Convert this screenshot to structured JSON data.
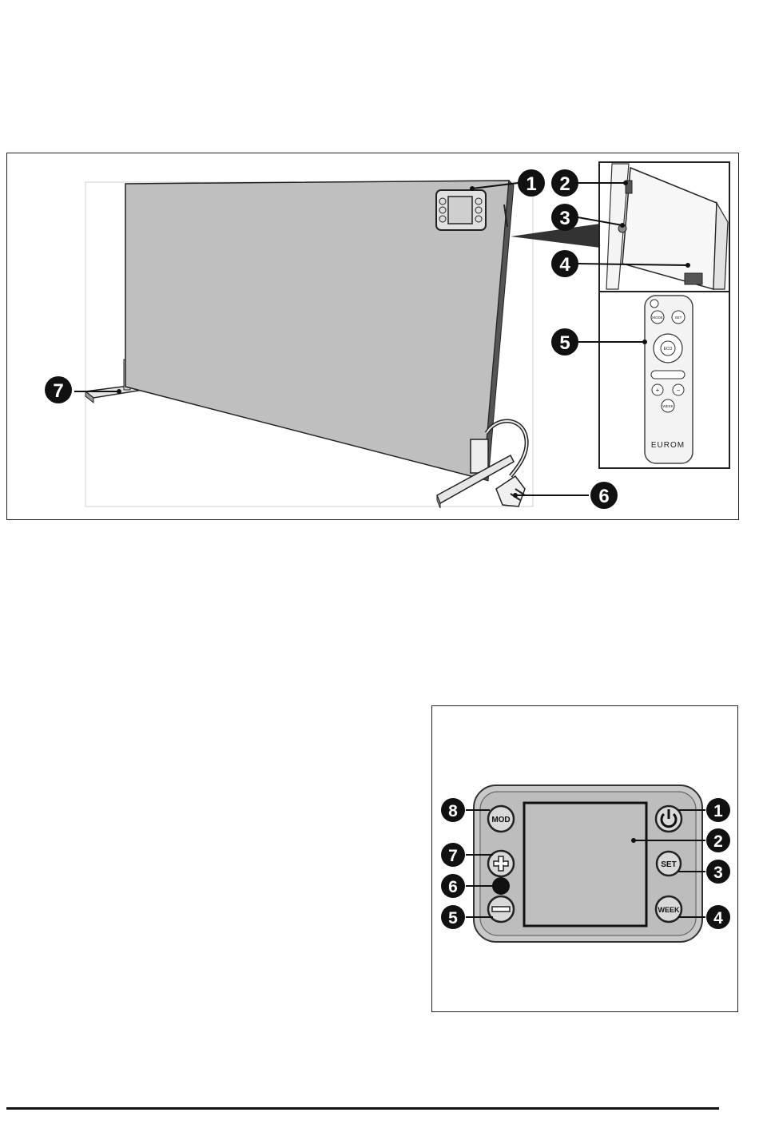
{
  "figure1": {
    "callouts": [
      "1",
      "2",
      "3",
      "4",
      "5",
      "6",
      "7"
    ],
    "remote": {
      "brand_label": "EUROM",
      "mode_label": "MODE",
      "set_label": "SET",
      "eco_label": "ECO",
      "week_label": "WEEK",
      "plus_label": "+",
      "minus_label": "−"
    }
  },
  "figure2": {
    "callouts": [
      "1",
      "2",
      "3",
      "4",
      "5",
      "6",
      "7",
      "8"
    ],
    "buttons": {
      "mod": "MOD",
      "set": "SET",
      "week": "WEEK"
    }
  },
  "colors": {
    "panel_gray": "#bfbfbf",
    "callout_black": "#111111",
    "outline": "#222222"
  }
}
